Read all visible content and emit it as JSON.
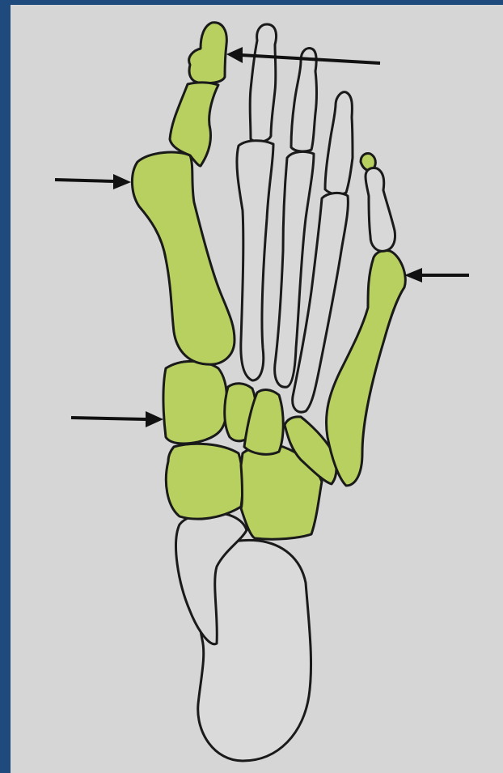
{
  "diagram": {
    "colors": {
      "border": "#1f4a7e",
      "background": "#d6d6d6",
      "highlighted_bone": "#b8d060",
      "plain_bone": "#d8d8d8",
      "outline": "#1a1a1a",
      "arrow": "#111111"
    },
    "highlighted_bones": [
      "hallux-distal-phalanx",
      "hallux-proximal-phalanx",
      "first-metatarsal",
      "fifth-metatarsal",
      "medial-cuneiform",
      "intermediate-cuneiform",
      "lateral-cuneiform",
      "cuboid",
      "navicular",
      "talus-head"
    ],
    "arrows": [
      {
        "name": "arrow-great-toe-tip",
        "direction": "left"
      },
      {
        "name": "arrow-first-mtp-joint",
        "direction": "right"
      },
      {
        "name": "arrow-fifth-metatarsal-head",
        "direction": "left"
      },
      {
        "name": "arrow-medial-cuneiform",
        "direction": "right"
      }
    ]
  }
}
